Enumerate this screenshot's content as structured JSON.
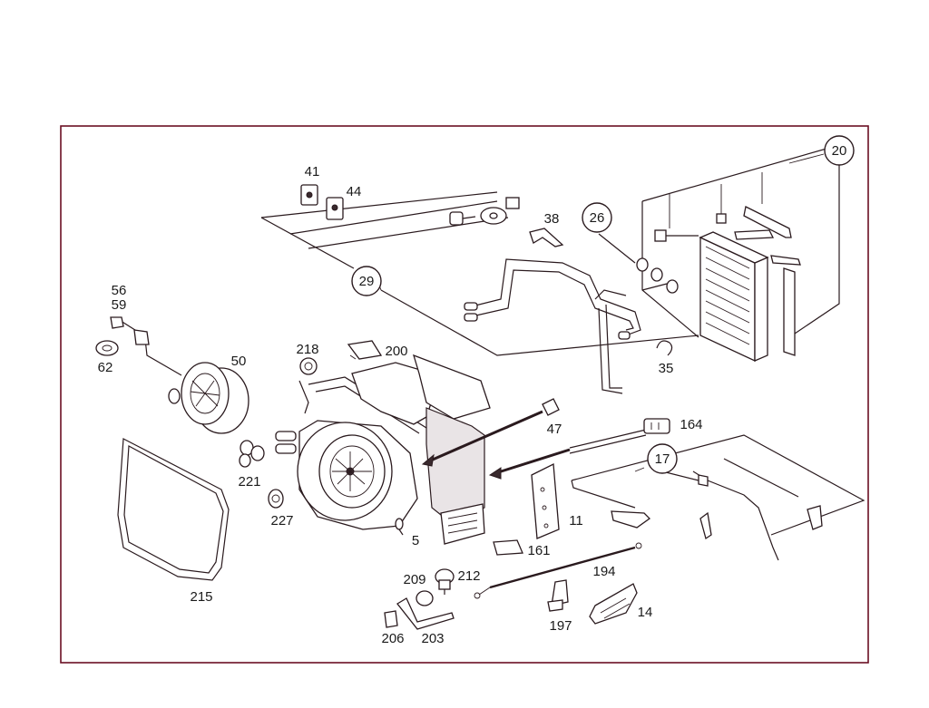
{
  "diagram": {
    "group_labels": [
      "20",
      "26",
      "29",
      "17"
    ],
    "part_labels": [
      "41",
      "44",
      "38",
      "56",
      "59",
      "62",
      "50",
      "218",
      "200",
      "47",
      "35",
      "164",
      "221",
      "227",
      "5",
      "11",
      "161",
      "194",
      "215",
      "209",
      "212",
      "206",
      "203",
      "197",
      "14"
    ]
  },
  "colors": {
    "frame": "#6b0f23",
    "ink": "#2a1a1e",
    "background": "#ffffff"
  }
}
